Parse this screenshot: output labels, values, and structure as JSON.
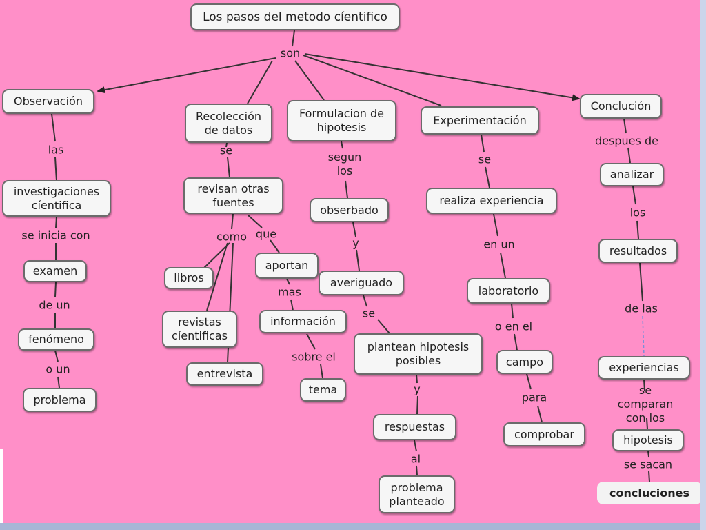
{
  "title": "Los pasos del metodo cíentifico",
  "nodes": {
    "observacion": "Observación",
    "recoleccion": "Recolección\nde datos",
    "formulacion": "Formulacion de\nhipotesis",
    "experimentacion": "Experimentación",
    "conclucion": "Conclución",
    "investigaciones": "investigaciones\ncíentifica",
    "examen": "examen",
    "fenomeno": "fenómeno",
    "problema": "problema",
    "revisan": "revisan otras\nfuentes",
    "libros": "libros",
    "revistas": "revistas\ncíentificas",
    "entrevista": "entrevista",
    "aportan": "aportan",
    "informacion": "información",
    "tema": "tema",
    "obserbado": "obserbado",
    "averiguado": "averiguado",
    "plantean": "plantean hipotesis\nposibles",
    "respuestas": "respuestas",
    "problema_planteado": "problema\nplanteado",
    "realiza": "realiza experiencia",
    "laboratorio": "laboratorio",
    "campo": "campo",
    "comprobar": "comprobar",
    "analizar": "analizar",
    "resultados": "resultados",
    "experiencias": "experiencias",
    "hipotesis": "hipotesis",
    "concluciones": "concluciones"
  },
  "links": {
    "son": "son",
    "las": "las",
    "se_inicia_con": "se inicia con",
    "de_un": "de un",
    "o_un": "o un",
    "se_1": "se",
    "como": "como",
    "que": "que",
    "mas": "mas",
    "sobre_el": "sobre el",
    "segun_los": "segun\nlos",
    "y_1": "y",
    "se_2": "se",
    "y_2": "y",
    "al": "al",
    "se_3": "se",
    "en_un": "en un",
    "o_en_el": "o en el",
    "para": "para",
    "despues_de": "despues de",
    "los": "los",
    "de_las": "de las",
    "se_comparan_con_los": "se comparan\ncon los",
    "se_sacan": "se sacan"
  },
  "colors": {
    "background": "#ff8fc8",
    "node_fill": "#f6f6f6",
    "node_border": "#6b6b6b",
    "line": "#333333",
    "dashed_line": "#7b8fd8"
  }
}
